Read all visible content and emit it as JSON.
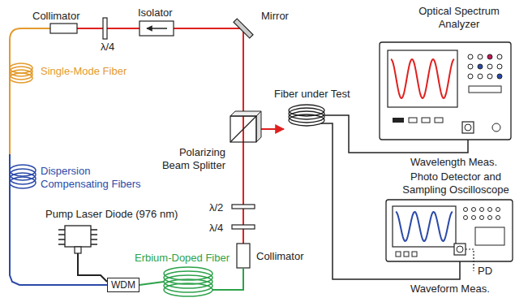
{
  "diagram": {
    "nodes": [
      {
        "text": [
          "WDM"
        ]
      }
    ],
    "labels": [
      "Collimator",
      "Isolator",
      "Mirror",
      "Optical Spectrum Analyzer",
      "λ/4",
      "Single-Mode Fiber",
      "Fiber under Test",
      "Polarizing Beam Splitter",
      "Wavelength Meas.",
      "Dispersion Compensating Fibers",
      "Photo Detector and Sampling Oscilloscope",
      "Pump Laser Diode (976 nm)",
      "λ/2",
      "λ/4",
      "Erbium-Doped Fiber",
      "Collimator",
      "PD",
      "Waveform Meas."
    ]
  }
}
